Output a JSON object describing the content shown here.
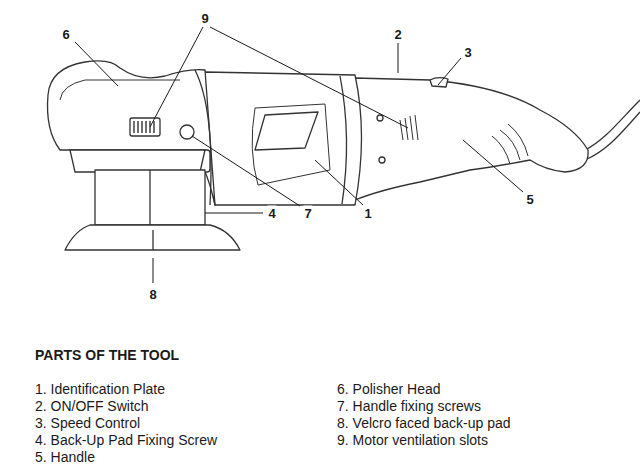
{
  "diagram": {
    "title": "PARTS OF THE TOOL",
    "labels": [
      "9",
      "6",
      "2",
      "3",
      "5",
      "4",
      "7",
      "1",
      "8",
      "1. Identification Plate",
      "2. ON/OFF Switch",
      "3. Speed Control",
      "4. Back-Up Pad Fixing Screw",
      "5. Handle",
      "6. Polisher Head",
      "7. Handle fixing screws",
      "8. Velcro faced back-up pad",
      "9. Motor ventilation slots"
    ]
  }
}
